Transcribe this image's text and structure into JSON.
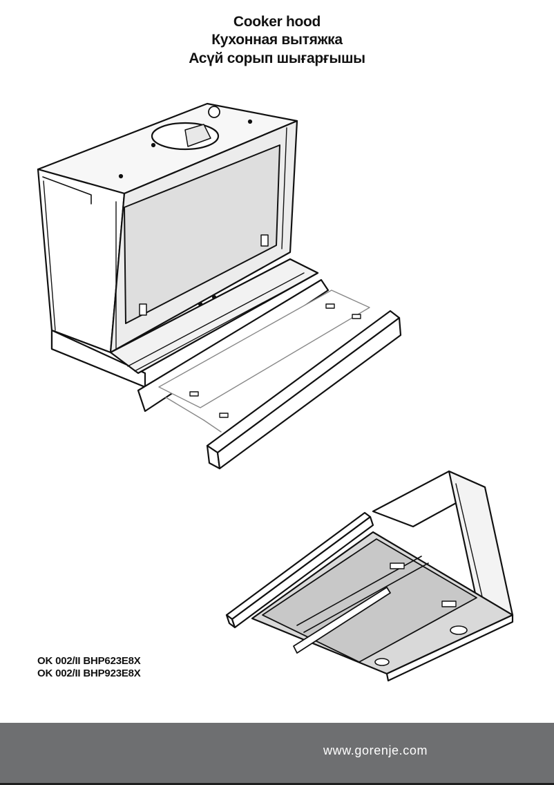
{
  "document": {
    "titles": [
      "Cooker hood",
      "Кухонная вытяжка",
      "Асүй сорып шығарғышы"
    ],
    "models": [
      "OK 002/II BHP623E8X",
      "OK 002/II BHP923E8X"
    ]
  },
  "footer": {
    "website": "www.gorenje.com",
    "background_color": "#6e6f71"
  },
  "illustrations": [
    {
      "subject": "cooker-hood-top-rear-view"
    },
    {
      "subject": "cooker-hood-underside-view"
    }
  ]
}
